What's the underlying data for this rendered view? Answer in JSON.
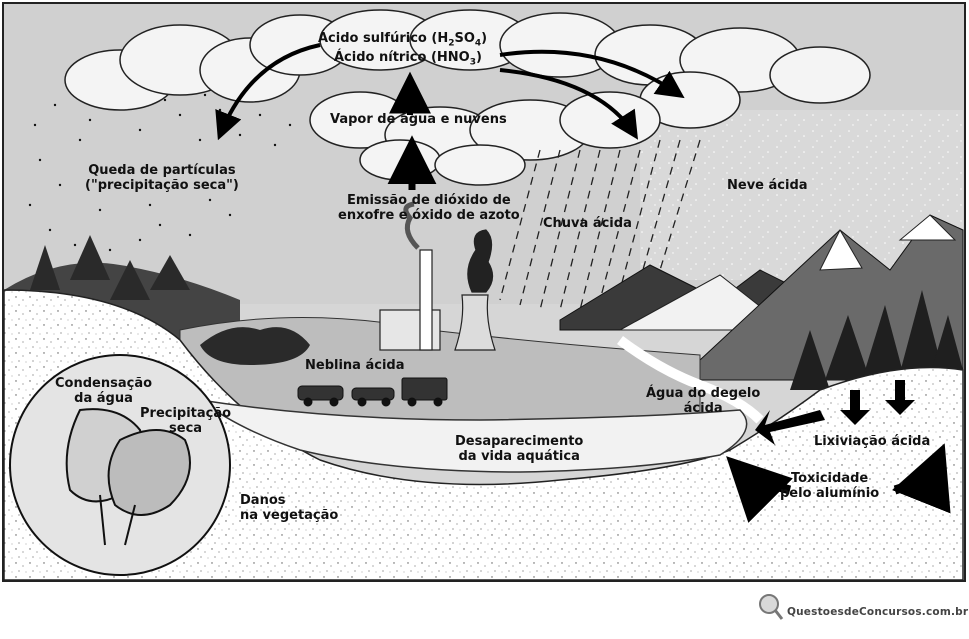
{
  "labels": {
    "sulfuric": "Ácido sulfúrico (H2SO4)",
    "sulfuric_main": "Ácido sulfúrico (H",
    "sulfuric_sub1": "2",
    "sulfuric_mid": "SO",
    "sulfuric_sub2": "4",
    "sulfuric_end": ")",
    "nitric": "Ácido nítrico (HNO3)",
    "nitric_main": "Ácido nítrico (HNO",
    "nitric_sub": "3",
    "nitric_end": ")",
    "vapor": "Vapor de água e nuvens",
    "dry_deposition_line1": "Queda de partículas",
    "dry_deposition_line2": "(\"precipitação seca\")",
    "emission_line1": "Emissão de dióxido de",
    "emission_line2": "enxofre e óxido de azoto",
    "acid_rain": "Chuva ácida",
    "acid_snow": "Neve ácida",
    "acid_fog": "Neblina ácida",
    "condensation_line1": "Condensação",
    "condensation_line2": "da água",
    "precipitation_line1": "Precipitação",
    "precipitation_line2": "seca",
    "snowmelt_line1": "Água do degelo",
    "snowmelt_line2": "ácida",
    "aquatic_line1": "Desaparecimento",
    "aquatic_line2": "da vida aquática",
    "leaching": "Lixiviação ácida",
    "aluminium_line1": "Toxicidade",
    "aluminium_line2": "pelo alumínio",
    "vegetation_line1": "Danos",
    "vegetation_line2": "na vegetação"
  },
  "watermark": {
    "text": "QuestoesdeConcursos.com.br",
    "icon": "magnifier-logo-icon"
  }
}
